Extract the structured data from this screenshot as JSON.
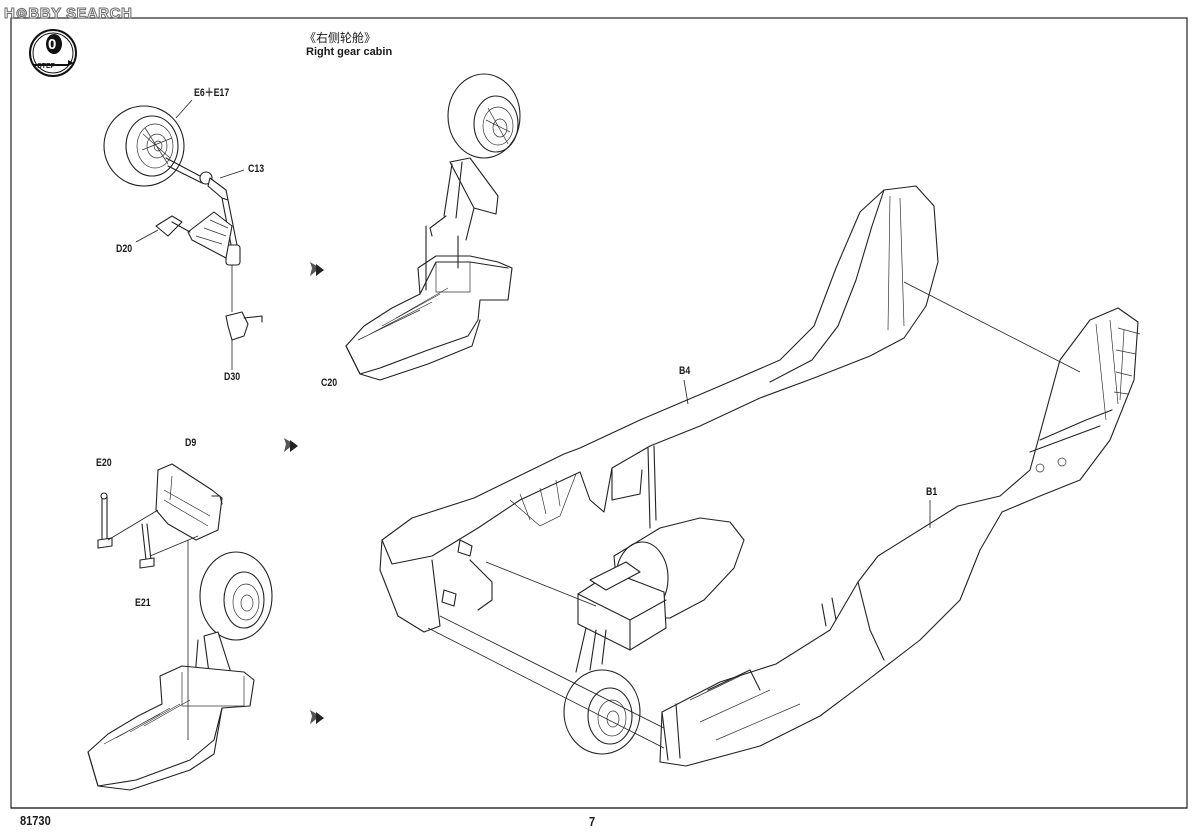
{
  "watermark": "H⊙BBY SEARCH",
  "step": {
    "number": "0",
    "label": "STEP"
  },
  "caption": {
    "chinese": "《右侧轮舱》",
    "english": "Right gear cabin"
  },
  "part_labels": {
    "e6_e17": "E6＋E17",
    "c13": "C13",
    "d20": "D20",
    "d30": "D30",
    "c20": "C20",
    "b4": "B4",
    "b1": "B1",
    "d9": "D9",
    "e20": "E20",
    "e21": "E21"
  },
  "footer": {
    "kit_number": "81730",
    "page_number": "7"
  },
  "colors": {
    "line": "#222222",
    "background": "#ffffff",
    "watermark_outline": "#6f6f6f"
  },
  "icons": [
    "step-badge-icon",
    "arrow-right-icon"
  ]
}
